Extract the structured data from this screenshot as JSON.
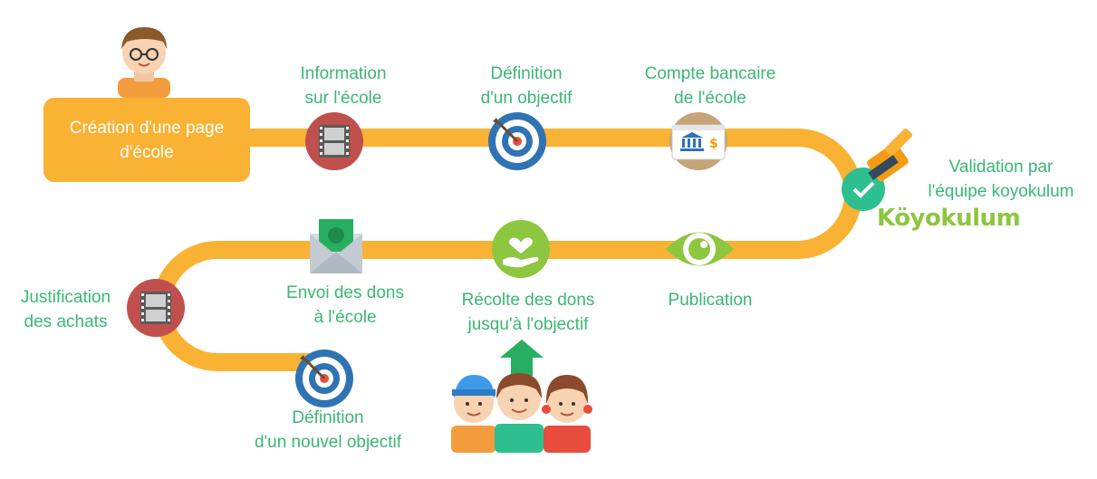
{
  "start": {
    "line1": "Création d'une page",
    "line2": "d'école"
  },
  "steps": {
    "info": {
      "line1": "Information",
      "line2": "sur l'école"
    },
    "objective": {
      "line1": "Définition",
      "line2": "d'un objectif"
    },
    "bank": {
      "line1": "Compte bancaire",
      "line2": "de l'école"
    },
    "validation": {
      "line1": "Validation par",
      "line2": "l'équipe koyokulum"
    },
    "publication": {
      "line1": "Publication"
    },
    "collect": {
      "line1": "Récolte des dons",
      "line2": "jusqu'à l'objectif"
    },
    "send": {
      "line1": "Envoi des dons",
      "line2": "à l'école"
    },
    "justify": {
      "line1": "Justification",
      "line2": "des achats"
    },
    "new_objective": {
      "line1": "Définition",
      "line2": "d'un nouvel objectif"
    }
  },
  "logo": {
    "text": "Köyokulum"
  },
  "colors": {
    "road": "#f9b233",
    "label": "#3ab774",
    "box_text": "#ffffff"
  },
  "icons": [
    "person-avatar-icon",
    "film-icon",
    "target-icon",
    "bank-check-icon",
    "check-icon",
    "magic-wand-icon",
    "eye-icon",
    "heart-hand-icon",
    "money-envelope-icon",
    "film-icon",
    "target-icon",
    "children-icon",
    "up-arrow-icon"
  ]
}
